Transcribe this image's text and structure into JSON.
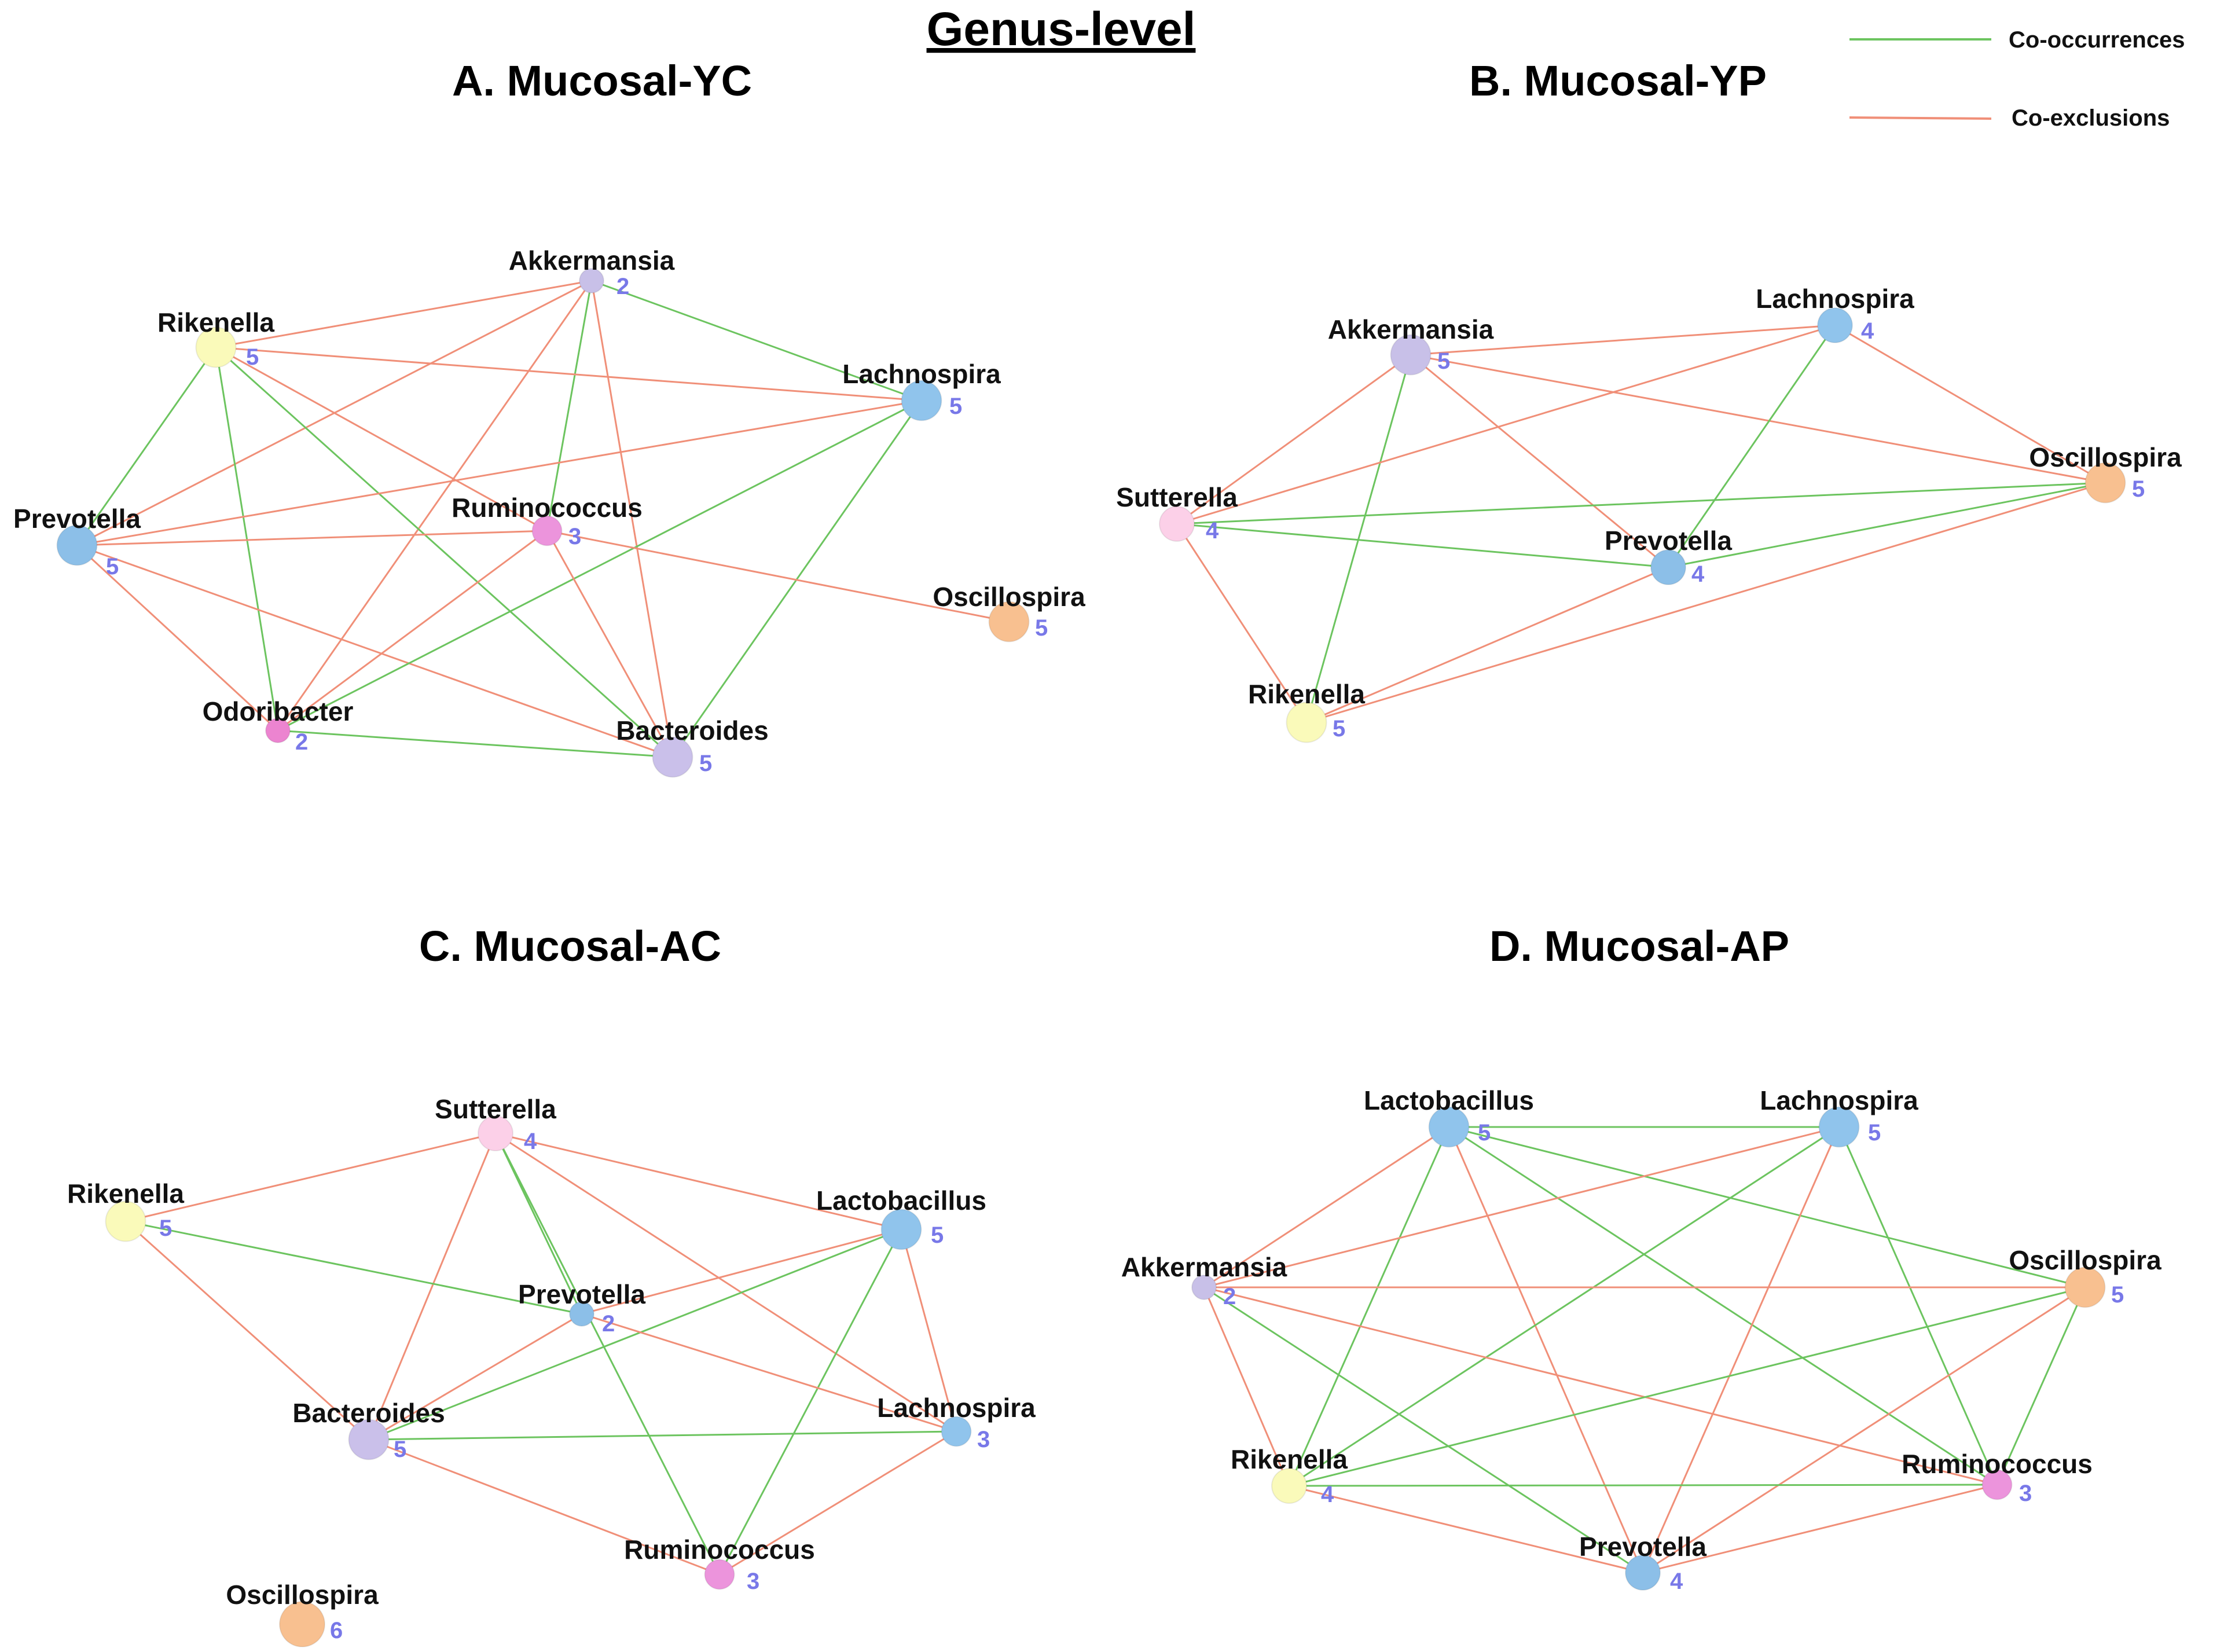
{
  "title": "Genus-level",
  "colors": {
    "co_occurrence": "#6cc45f",
    "co_exclusion": "#f08f78",
    "degree_text": "#7878e8",
    "genus": {
      "Akkermansia": "#c8c0e8",
      "Rikenella": "#fafaba",
      "Lachnospira": "#90c4ec",
      "Prevotella": "#8cbfe8",
      "Ruminococcus": "#ec94dc",
      "Oscillospira": "#f8c090",
      "Odoribacter": "#ec84d0",
      "Bacteroides": "#cac0ea",
      "Sutterella": "#fcd0e8",
      "Lactobacillus": "#90c4ec"
    }
  },
  "legend": {
    "items": [
      {
        "label": "Co-occurrences",
        "type": "co_occurrence"
      },
      {
        "label": "Co-exclusions",
        "type": "co_exclusion"
      }
    ]
  },
  "panels": [
    {
      "title": "A. Mucosal-YC",
      "nodes": [
        {
          "id": "Akkermansia",
          "label": "Akkermansia",
          "degree": "2",
          "size": 2
        },
        {
          "id": "Rikenella",
          "label": "Rikenella",
          "degree": "5",
          "size": 5
        },
        {
          "id": "Lachnospira",
          "label": "Lachnospira",
          "degree": "5",
          "size": 5
        },
        {
          "id": "Prevotella",
          "label": "Prevotella",
          "degree": "5",
          "size": 5
        },
        {
          "id": "Ruminococcus",
          "label": "Ruminococcus",
          "degree": "3",
          "size": 3
        },
        {
          "id": "Oscillospira",
          "label": "Oscillospira",
          "degree": "5",
          "size": 5
        },
        {
          "id": "Odoribacter",
          "label": "Odoribacter",
          "degree": "2",
          "size": 2
        },
        {
          "id": "Bacteroides",
          "label": "Bacteroides",
          "degree": "5",
          "size": 5
        }
      ],
      "edges": [
        {
          "source": "Akkermansia",
          "target": "Lachnospira",
          "type": "co_occurrence"
        },
        {
          "source": "Akkermansia",
          "target": "Ruminococcus",
          "type": "co_occurrence"
        },
        {
          "source": "Akkermansia",
          "target": "Rikenella",
          "type": "co_exclusion"
        },
        {
          "source": "Akkermansia",
          "target": "Prevotella",
          "type": "co_exclusion"
        },
        {
          "source": "Akkermansia",
          "target": "Odoribacter",
          "type": "co_exclusion"
        },
        {
          "source": "Akkermansia",
          "target": "Bacteroides",
          "type": "co_exclusion"
        },
        {
          "source": "Rikenella",
          "target": "Prevotella",
          "type": "co_occurrence"
        },
        {
          "source": "Rikenella",
          "target": "Odoribacter",
          "type": "co_occurrence"
        },
        {
          "source": "Rikenella",
          "target": "Bacteroides",
          "type": "co_occurrence"
        },
        {
          "source": "Rikenella",
          "target": "Lachnospira",
          "type": "co_exclusion"
        },
        {
          "source": "Rikenella",
          "target": "Ruminococcus",
          "type": "co_exclusion"
        },
        {
          "source": "Prevotella",
          "target": "Lachnospira",
          "type": "co_exclusion"
        },
        {
          "source": "Prevotella",
          "target": "Ruminococcus",
          "type": "co_exclusion"
        },
        {
          "source": "Prevotella",
          "target": "Odoribacter",
          "type": "co_exclusion"
        },
        {
          "source": "Prevotella",
          "target": "Bacteroides",
          "type": "co_exclusion"
        },
        {
          "source": "Lachnospira",
          "target": "Odoribacter",
          "type": "co_occurrence"
        },
        {
          "source": "Lachnospira",
          "target": "Bacteroides",
          "type": "co_occurrence"
        },
        {
          "source": "Ruminococcus",
          "target": "Oscillospira",
          "type": "co_exclusion"
        },
        {
          "source": "Ruminococcus",
          "target": "Odoribacter",
          "type": "co_exclusion"
        },
        {
          "source": "Ruminococcus",
          "target": "Bacteroides",
          "type": "co_exclusion"
        },
        {
          "source": "Odoribacter",
          "target": "Bacteroides",
          "type": "co_occurrence"
        }
      ]
    },
    {
      "title": "B. Mucosal-YP",
      "nodes": [
        {
          "id": "Akkermansia",
          "label": "Akkermansia",
          "degree": "5",
          "size": 5
        },
        {
          "id": "Lachnospira",
          "label": "Lachnospira",
          "degree": "4",
          "size": 4
        },
        {
          "id": "Oscillospira",
          "label": "Oscillospira",
          "degree": "5",
          "size": 5
        },
        {
          "id": "Sutterella",
          "label": "Sutterella",
          "degree": "4",
          "size": 4
        },
        {
          "id": "Prevotella",
          "label": "Prevotella",
          "degree": "4",
          "size": 4
        },
        {
          "id": "Rikenella",
          "label": "Rikenella",
          "degree": "5",
          "size": 5
        }
      ],
      "edges": [
        {
          "source": "Akkermansia",
          "target": "Lachnospira",
          "type": "co_exclusion"
        },
        {
          "source": "Akkermansia",
          "target": "Oscillospira",
          "type": "co_exclusion"
        },
        {
          "source": "Akkermansia",
          "target": "Sutterella",
          "type": "co_exclusion"
        },
        {
          "source": "Akkermansia",
          "target": "Prevotella",
          "type": "co_exclusion"
        },
        {
          "source": "Akkermansia",
          "target": "Rikenella",
          "type": "co_occurrence"
        },
        {
          "source": "Lachnospira",
          "target": "Sutterella",
          "type": "co_exclusion"
        },
        {
          "source": "Lachnospira",
          "target": "Prevotella",
          "type": "co_occurrence"
        },
        {
          "source": "Lachnospira",
          "target": "Oscillospira",
          "type": "co_exclusion"
        },
        {
          "source": "Sutterella",
          "target": "Oscillospira",
          "type": "co_occurrence"
        },
        {
          "source": "Sutterella",
          "target": "Prevotella",
          "type": "co_occurrence"
        },
        {
          "source": "Sutterella",
          "target": "Rikenella",
          "type": "co_exclusion"
        },
        {
          "source": "Prevotella",
          "target": "Oscillospira",
          "type": "co_occurrence"
        },
        {
          "source": "Prevotella",
          "target": "Rikenella",
          "type": "co_exclusion"
        },
        {
          "source": "Rikenella",
          "target": "Oscillospira",
          "type": "co_exclusion"
        }
      ]
    },
    {
      "title": "C. Mucosal-AC",
      "nodes": [
        {
          "id": "Sutterella",
          "label": "Sutterella",
          "degree": "4",
          "size": 4
        },
        {
          "id": "Rikenella",
          "label": "Rikenella",
          "degree": "5",
          "size": 5
        },
        {
          "id": "Lactobacillus",
          "label": "Lactobacillus",
          "degree": "5",
          "size": 5
        },
        {
          "id": "Prevotella",
          "label": "Prevotella",
          "degree": "2",
          "size": 2
        },
        {
          "id": "Bacteroides",
          "label": "Bacteroides",
          "degree": "5",
          "size": 5
        },
        {
          "id": "Lachnospira",
          "label": "Lachnospira",
          "degree": "3",
          "size": 3
        },
        {
          "id": "Ruminococcus",
          "label": "Ruminococcus",
          "degree": "3",
          "size": 3
        },
        {
          "id": "Oscillospira",
          "label": "Oscillospira",
          "degree": "6",
          "size": 6
        }
      ],
      "edges": [
        {
          "source": "Sutterella",
          "target": "Rikenella",
          "type": "co_exclusion"
        },
        {
          "source": "Sutterella",
          "target": "Lactobacillus",
          "type": "co_exclusion"
        },
        {
          "source": "Sutterella",
          "target": "Prevotella",
          "type": "co_occurrence"
        },
        {
          "source": "Sutterella",
          "target": "Ruminococcus",
          "type": "co_occurrence"
        },
        {
          "source": "Sutterella",
          "target": "Bacteroides",
          "type": "co_exclusion"
        },
        {
          "source": "Sutterella",
          "target": "Lachnospira",
          "type": "co_exclusion"
        },
        {
          "source": "Rikenella",
          "target": "Prevotella",
          "type": "co_occurrence"
        },
        {
          "source": "Rikenella",
          "target": "Bacteroides",
          "type": "co_exclusion"
        },
        {
          "source": "Lactobacillus",
          "target": "Prevotella",
          "type": "co_exclusion"
        },
        {
          "source": "Lactobacillus",
          "target": "Bacteroides",
          "type": "co_occurrence"
        },
        {
          "source": "Lactobacillus",
          "target": "Lachnospira",
          "type": "co_exclusion"
        },
        {
          "source": "Lactobacillus",
          "target": "Ruminococcus",
          "type": "co_occurrence"
        },
        {
          "source": "Prevotella",
          "target": "Bacteroides",
          "type": "co_exclusion"
        },
        {
          "source": "Prevotella",
          "target": "Lachnospira",
          "type": "co_exclusion"
        },
        {
          "source": "Bacteroides",
          "target": "Lachnospira",
          "type": "co_occurrence"
        },
        {
          "source": "Bacteroides",
          "target": "Ruminococcus",
          "type": "co_exclusion"
        },
        {
          "source": "Lachnospira",
          "target": "Ruminococcus",
          "type": "co_exclusion"
        }
      ]
    },
    {
      "title": "D. Mucosal-AP",
      "nodes": [
        {
          "id": "Lactobacillus",
          "label": "Lactobacillus",
          "degree": "5",
          "size": 5
        },
        {
          "id": "Lachnospira",
          "label": "Lachnospira",
          "degree": "5",
          "size": 5
        },
        {
          "id": "Akkermansia",
          "label": "Akkermansia",
          "degree": "2",
          "size": 2
        },
        {
          "id": "Oscillospira",
          "label": "Oscillospira",
          "degree": "5",
          "size": 5
        },
        {
          "id": "Rikenella",
          "label": "Rikenella",
          "degree": "4",
          "size": 4
        },
        {
          "id": "Ruminococcus",
          "label": "Ruminococcus",
          "degree": "3",
          "size": 3
        },
        {
          "id": "Prevotella",
          "label": "Prevotella",
          "degree": "4",
          "size": 4
        }
      ],
      "edges": [
        {
          "source": "Lactobacillus",
          "target": "Lachnospira",
          "type": "co_occurrence"
        },
        {
          "source": "Lactobacillus",
          "target": "Oscillospira",
          "type": "co_occurrence"
        },
        {
          "source": "Lactobacillus",
          "target": "Ruminococcus",
          "type": "co_occurrence"
        },
        {
          "source": "Lactobacillus",
          "target": "Rikenella",
          "type": "co_occurrence"
        },
        {
          "source": "Lactobacillus",
          "target": "Akkermansia",
          "type": "co_exclusion"
        },
        {
          "source": "Lactobacillus",
          "target": "Prevotella",
          "type": "co_exclusion"
        },
        {
          "source": "Lachnospira",
          "target": "Akkermansia",
          "type": "co_exclusion"
        },
        {
          "source": "Lachnospira",
          "target": "Rikenella",
          "type": "co_occurrence"
        },
        {
          "source": "Lachnospira",
          "target": "Ruminococcus",
          "type": "co_occurrence"
        },
        {
          "source": "Lachnospira",
          "target": "Prevotella",
          "type": "co_exclusion"
        },
        {
          "source": "Akkermansia",
          "target": "Oscillospira",
          "type": "co_exclusion"
        },
        {
          "source": "Akkermansia",
          "target": "Ruminococcus",
          "type": "co_exclusion"
        },
        {
          "source": "Akkermansia",
          "target": "Rikenella",
          "type": "co_exclusion"
        },
        {
          "source": "Akkermansia",
          "target": "Prevotella",
          "type": "co_occurrence"
        },
        {
          "source": "Oscillospira",
          "target": "Rikenella",
          "type": "co_occurrence"
        },
        {
          "source": "Oscillospira",
          "target": "Ruminococcus",
          "type": "co_occurrence"
        },
        {
          "source": "Oscillospira",
          "target": "Prevotella",
          "type": "co_exclusion"
        },
        {
          "source": "Rikenella",
          "target": "Ruminococcus",
          "type": "co_occurrence"
        },
        {
          "source": "Rikenella",
          "target": "Prevotella",
          "type": "co_exclusion"
        },
        {
          "source": "Prevotella",
          "target": "Ruminococcus",
          "type": "co_exclusion"
        }
      ]
    }
  ]
}
